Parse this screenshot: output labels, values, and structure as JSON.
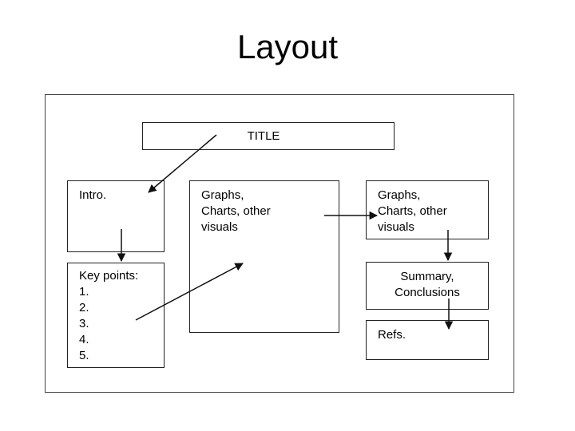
{
  "slide": {
    "title": "Layout"
  },
  "diagram": {
    "title_box": "TITLE",
    "intro_box": "Intro.",
    "key_points_box": {
      "heading": "Key points:",
      "items": [
        "1.",
        "2.",
        "3.",
        "4.",
        "5."
      ]
    },
    "visuals_box_center": "Graphs,\nCharts, other\nvisuals",
    "visuals_box_right": "Graphs,\nCharts, other\nvisuals",
    "summary_box": "Summary,\nConclusions",
    "refs_box": "Refs."
  }
}
